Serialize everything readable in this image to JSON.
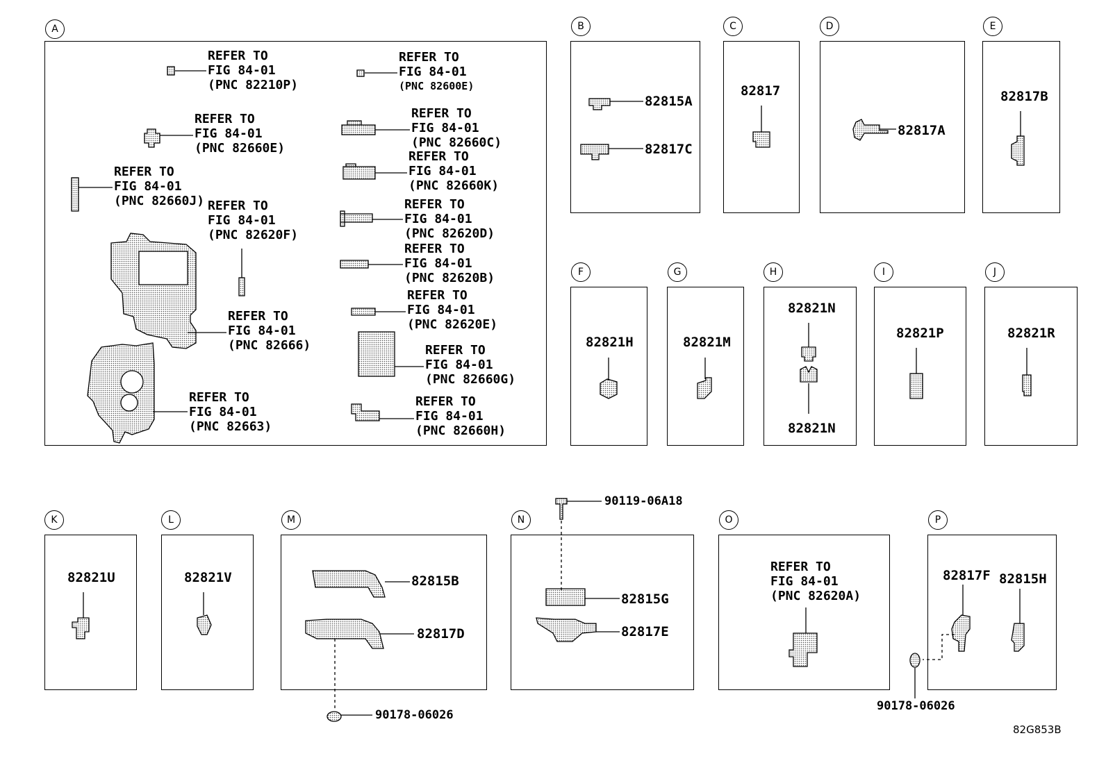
{
  "diagram_code": "82G853B",
  "refer_prefix": "REFER TO",
  "refer_fig": "FIG 84-01",
  "sections": [
    {
      "letter": "A"
    },
    {
      "letter": "B"
    },
    {
      "letter": "C"
    },
    {
      "letter": "D"
    },
    {
      "letter": "E"
    },
    {
      "letter": "F"
    },
    {
      "letter": "G"
    },
    {
      "letter": "H"
    },
    {
      "letter": "I"
    },
    {
      "letter": "J"
    },
    {
      "letter": "K"
    },
    {
      "letter": "L"
    },
    {
      "letter": "M"
    },
    {
      "letter": "N"
    },
    {
      "letter": "O"
    },
    {
      "letter": "P"
    }
  ],
  "a_refs": [
    {
      "pnc": "(PNC 82210P)"
    },
    {
      "pnc": "(PNC 82600E)"
    },
    {
      "pnc": "(PNC 82660E)"
    },
    {
      "pnc": "(PNC 82660C)"
    },
    {
      "pnc": "(PNC 82660K)"
    },
    {
      "pnc": "(PNC 82660J)"
    },
    {
      "pnc": "(PNC 82620F)"
    },
    {
      "pnc": "(PNC 82620D)"
    },
    {
      "pnc": "(PNC 82620B)"
    },
    {
      "pnc": "(PNC 82620E)"
    },
    {
      "pnc": "(PNC 82666)"
    },
    {
      "pnc": "(PNC 82660G)"
    },
    {
      "pnc": "(PNC 82663)"
    },
    {
      "pnc": "(PNC 82660H)"
    }
  ],
  "o_ref": {
    "pnc": "(PNC 82620A)"
  },
  "parts": {
    "b1": "82815A",
    "b2": "82817C",
    "c": "82817",
    "d": "82817A",
    "e": "82817B",
    "f": "82821H",
    "g": "82821M",
    "h1": "82821N",
    "h2": "82821N",
    "i": "82821P",
    "j": "82821R",
    "k": "82821U",
    "l": "82821V",
    "m1": "82815B",
    "m2": "82817D",
    "m3": "90178-06026",
    "n0": "90119-06A18",
    "n1": "82815G",
    "n2": "82817E",
    "p1": "82817F",
    "p2": "82815H",
    "p3": "90178-06026"
  }
}
